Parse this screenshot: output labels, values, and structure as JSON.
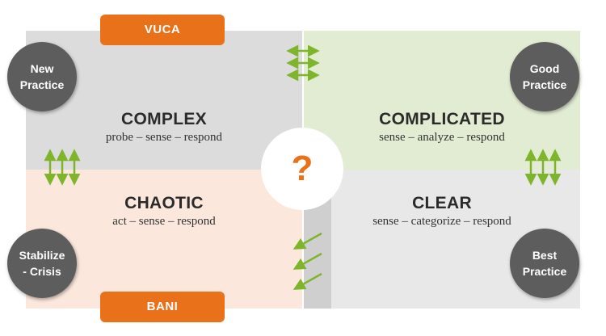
{
  "quadrants": {
    "complex": {
      "title": "COMPLEX",
      "subtitle": "probe – sense – respond"
    },
    "complicated": {
      "title": "COMPLICATED",
      "subtitle": "sense – analyze – respond"
    },
    "chaotic": {
      "title": "CHAOTIC",
      "subtitle": "act – sense – respond"
    },
    "clear": {
      "title": "CLEAR",
      "subtitle": "sense – categorize – respond"
    }
  },
  "tags": {
    "top": "VUCA",
    "bottom": "BANI"
  },
  "bubbles": {
    "top_left": [
      "New",
      "Practice"
    ],
    "top_right": [
      "Good",
      "Practice"
    ],
    "bottom_left": [
      "Stabilize",
      "- Crisis"
    ],
    "bottom_right": [
      "Best",
      "Practice"
    ]
  },
  "center": {
    "symbol": "?"
  },
  "colors": {
    "orange": "#e8711a",
    "green_arrows": "#7fb52b",
    "bubble_grey": "#5d5d5d",
    "complex_bg": "#dcdcdc",
    "complicated_bg": "#e2ecd3",
    "chaotic_bg": "#fbe7dc",
    "clear_bg": "#e8e8e8"
  }
}
